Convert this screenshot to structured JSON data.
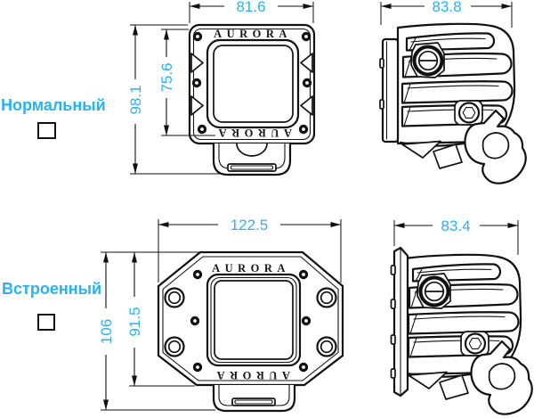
{
  "drawing": {
    "brand": "AURORA",
    "accent_color": "#29b2ef",
    "line_color": "#111111",
    "variants": [
      {
        "id": "normal",
        "label": "Нормальный",
        "checkbox_checked": false,
        "dimensions": {
          "front_width": "81.6",
          "overall_height": "98.1",
          "body_height": "75.6",
          "side_depth": "83.8"
        }
      },
      {
        "id": "flush",
        "label": "Встроенный",
        "checkbox_checked": false,
        "dimensions": {
          "front_width": "122.5",
          "overall_height": "106",
          "body_height": "91.5",
          "side_depth": "83.4"
        }
      }
    ]
  }
}
